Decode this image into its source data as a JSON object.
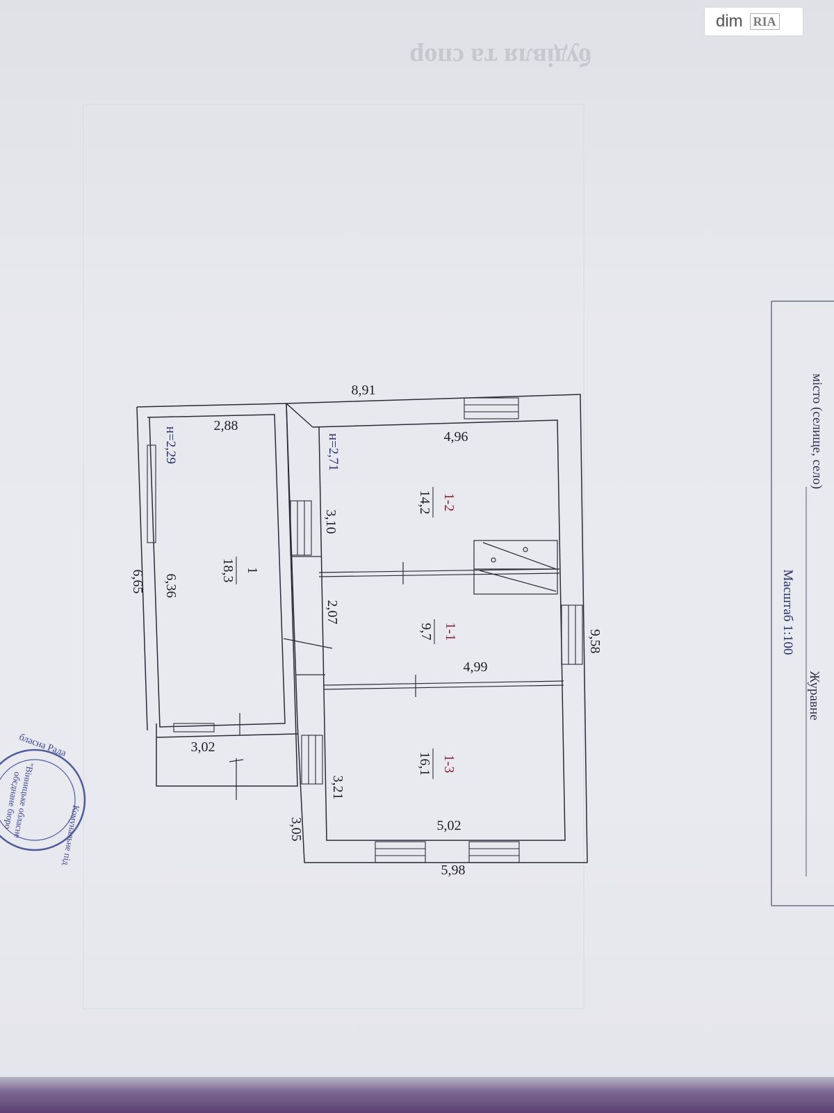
{
  "header_faded": "будівля та спор",
  "watermark": {
    "brand": "dim",
    "logo": "RIA"
  },
  "side_panel": {
    "location_label": "місто (селище, село)",
    "location_value": "Журавне",
    "scale": "Масштаб 1:100"
  },
  "plan": {
    "rooms": [
      {
        "number": "1",
        "area": "18,3"
      },
      {
        "number": "1-2",
        "area": "14,2"
      },
      {
        "number": "1-1",
        "area": "9,7"
      },
      {
        "number": "1-3",
        "area": "16,1"
      }
    ],
    "heights": {
      "annex": "н=2,29",
      "main": "н=2,71"
    },
    "dimensions": {
      "overall_width_main": "8,91",
      "overall_length": "9,58",
      "annex_overall": "6,65",
      "annex_inner_long": "6,36",
      "annex_inner_short": "2,88",
      "porch": "3,02",
      "room_1_2_long": "4,96",
      "room_1_2_short": "3,10",
      "room_1_1_short": "2,07",
      "room_1_1_long": "4,99",
      "room_1_3_short": "3,21",
      "room_1_3_long": "5,02",
      "main_end_outer": "5,98",
      "gap": "3,05"
    }
  },
  "stamp": {
    "lines": [
      "бласна Рада",
      "\"Вінницьке обласне",
      "обєднане бюро",
      "Комунальне під"
    ]
  },
  "colors": {
    "ink": "#2b2b38",
    "red_ink": "#8a1f2d",
    "blue_ink": "#27306a",
    "paper": "#e8e9ef"
  }
}
